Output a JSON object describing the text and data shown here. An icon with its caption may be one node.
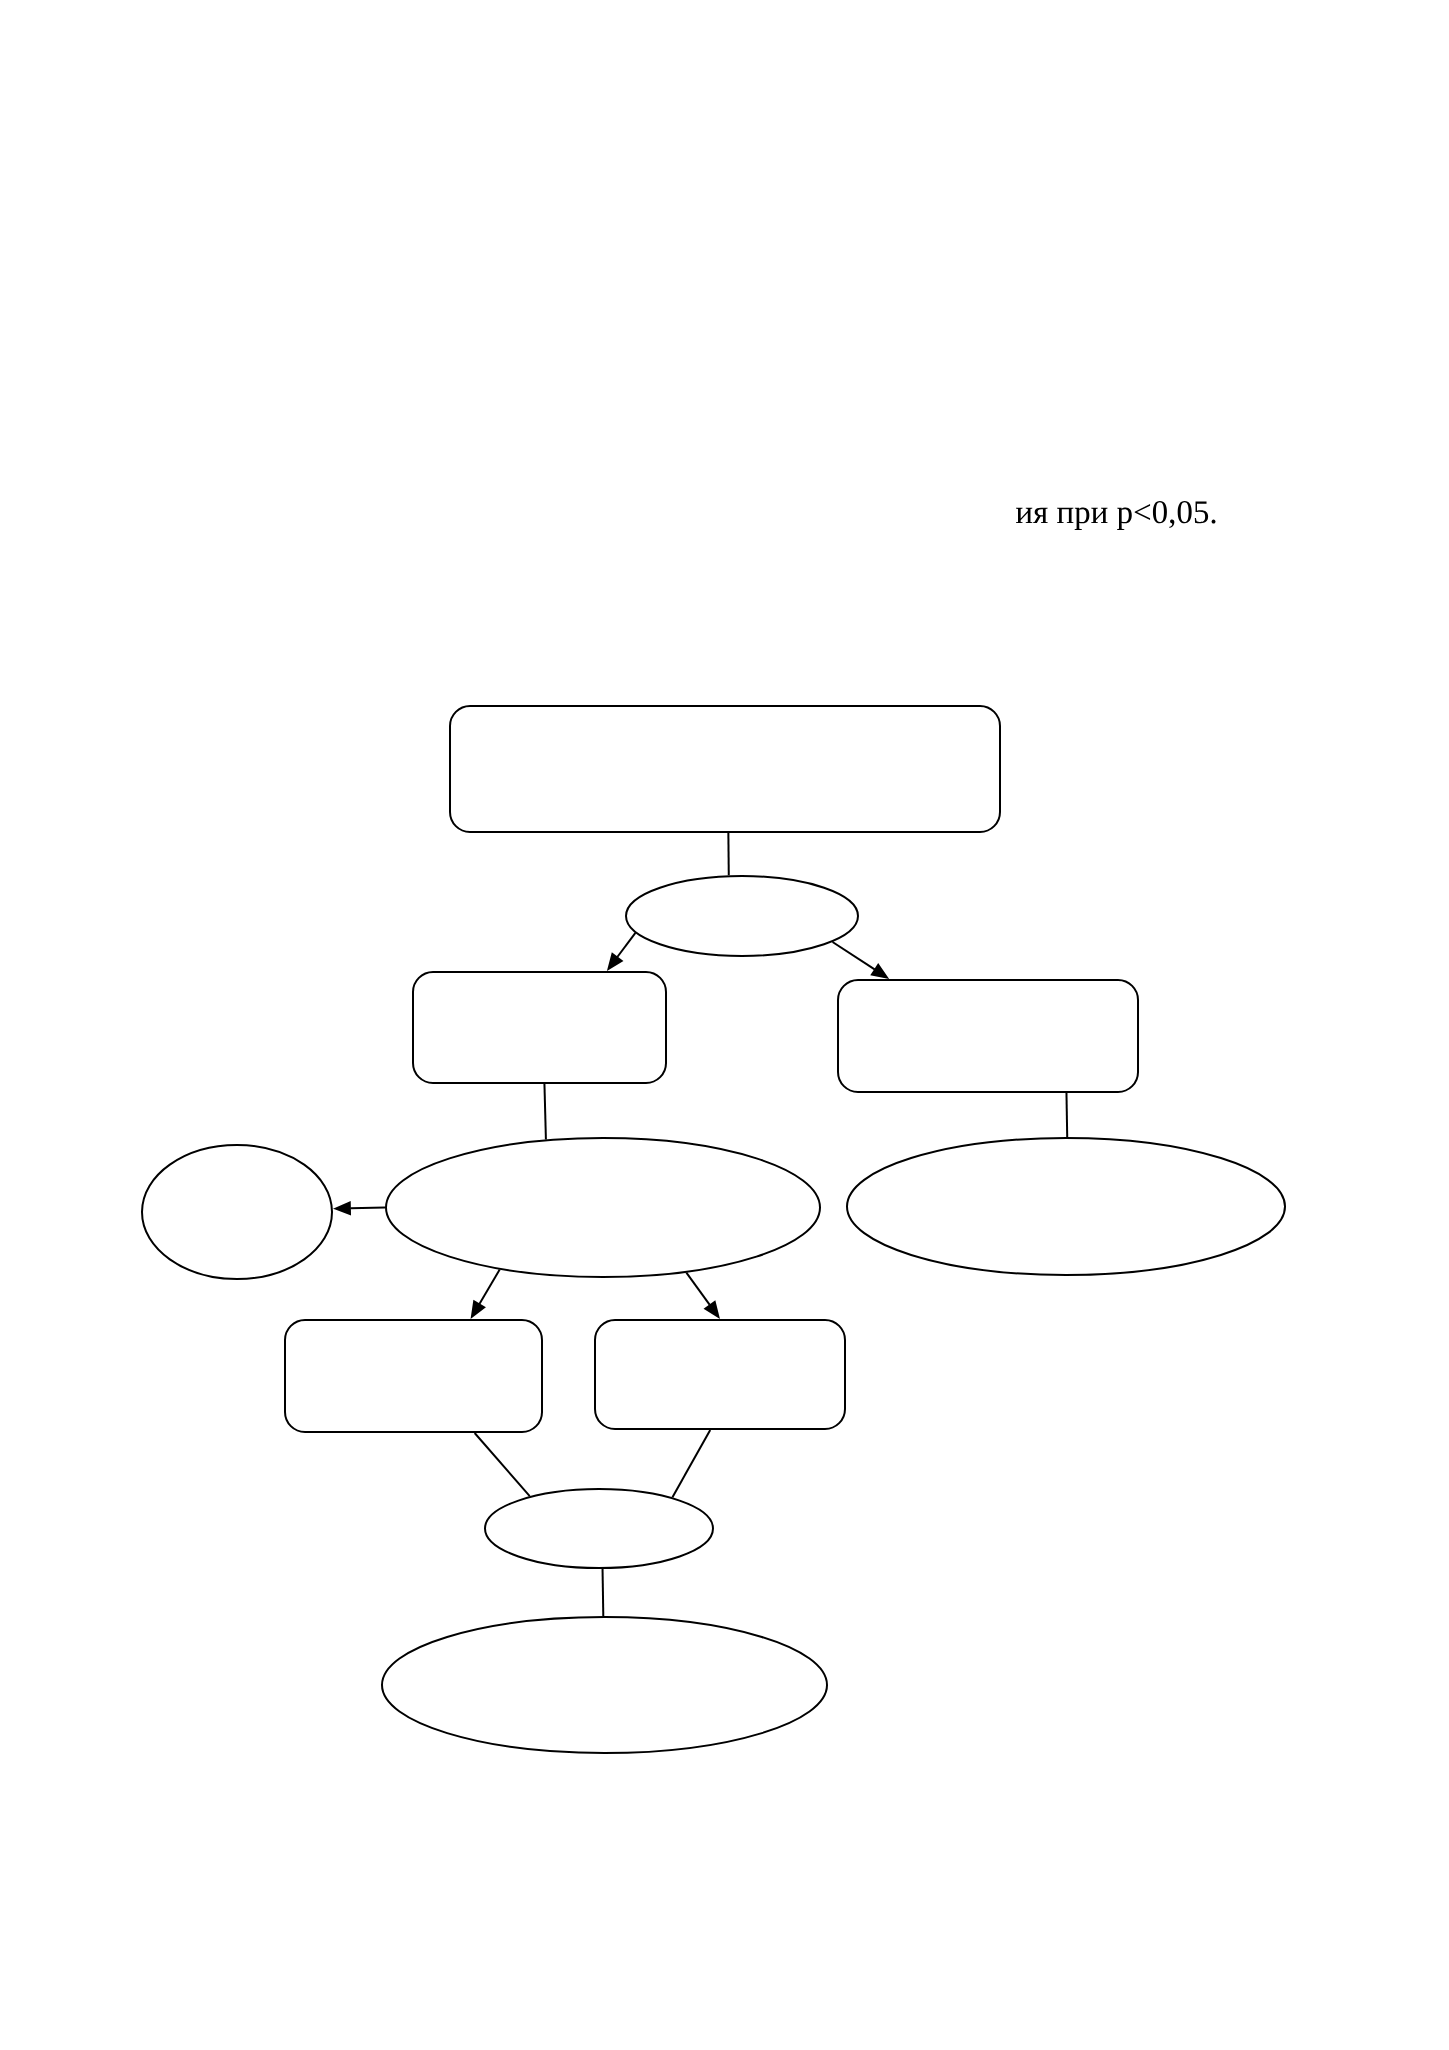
{
  "diagram": {
    "nodes": [
      {
        "text": [],
        "shape": "box"
      },
      {
        "text": [],
        "shape": "ellipse"
      },
      {
        "text": [],
        "shape": "box"
      },
      {
        "text": [],
        "shape": "box"
      },
      {
        "text": [],
        "shape": "ellipse"
      },
      {
        "text": [],
        "shape": "ellipse"
      },
      {
        "text": [],
        "shape": "ellipse"
      },
      {
        "text": [],
        "shape": "box"
      },
      {
        "text": [],
        "shape": "box"
      },
      {
        "text": [],
        "shape": "ellipse"
      },
      {
        "text": [],
        "shape": "ellipse"
      }
    ],
    "edges": [
      {
        "from": 0,
        "to": 1,
        "arrow": "none"
      },
      {
        "from": 1,
        "to": 2,
        "arrow": "to"
      },
      {
        "from": 1,
        "to": 3,
        "arrow": "to"
      },
      {
        "from": 2,
        "to": 5,
        "arrow": "none"
      },
      {
        "from": 3,
        "to": 6,
        "arrow": "none"
      },
      {
        "from": 5,
        "to": 4,
        "arrow": "to"
      },
      {
        "from": 5,
        "to": 7,
        "arrow": "to"
      },
      {
        "from": 5,
        "to": 8,
        "arrow": "to"
      },
      {
        "from": 7,
        "to": 9,
        "arrow": "none"
      },
      {
        "from": 8,
        "to": 9,
        "arrow": "none"
      },
      {
        "from": 9,
        "to": 10,
        "arrow": "none"
      }
    ],
    "labels": [
      "ия при p<0,05."
    ]
  }
}
